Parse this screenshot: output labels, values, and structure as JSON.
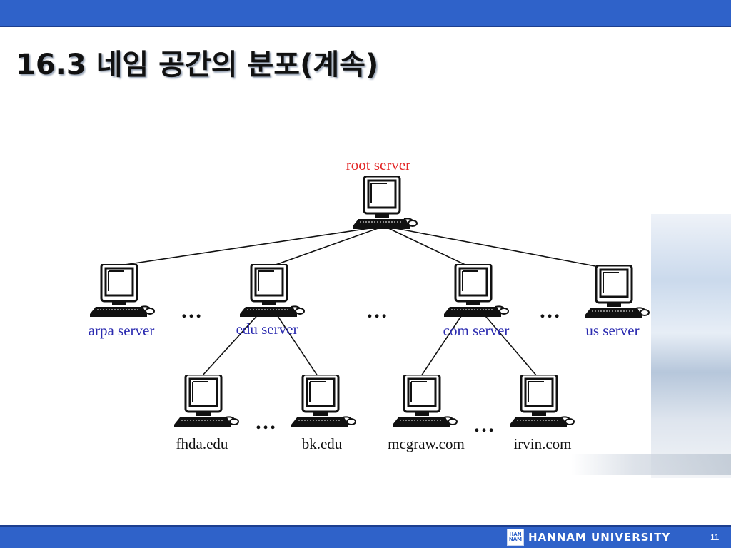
{
  "slide": {
    "title": "16.3 네임 공간의 분포(계속)",
    "page_number": "11",
    "footer_logo_text": "HANNAM UNIVERSITY",
    "footer_logo_mark": "HAN NAM"
  },
  "diagram": {
    "root": {
      "label": "root server"
    },
    "level1": [
      {
        "id": "arpa",
        "label": "arpa server"
      },
      {
        "id": "edu",
        "label": "edu server"
      },
      {
        "id": "com",
        "label": "com server"
      },
      {
        "id": "us",
        "label": "us server"
      }
    ],
    "level2": [
      {
        "id": "fhda",
        "label": "fhda.edu",
        "parent": "edu"
      },
      {
        "id": "bk",
        "label": "bk.edu",
        "parent": "edu"
      },
      {
        "id": "mcgraw",
        "label": "mcgraw.com",
        "parent": "com"
      },
      {
        "id": "irvin",
        "label": "irvin.com",
        "parent": "com"
      }
    ],
    "ellipsis": "…",
    "node_icon": "computer-icon"
  },
  "colors": {
    "bar": "#2f62c9",
    "root_label": "#e32626",
    "server_label": "#2b2bb0",
    "host_label": "#111111"
  }
}
